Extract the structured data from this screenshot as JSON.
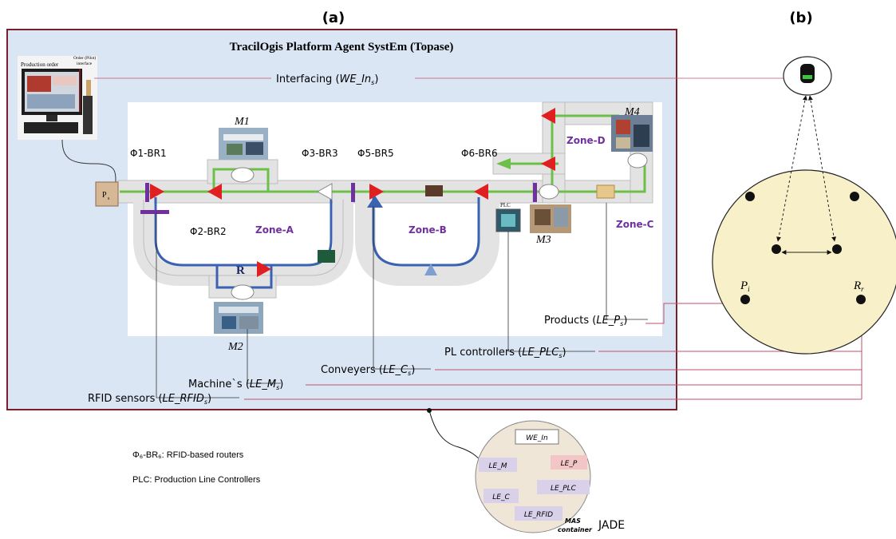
{
  "panel_a": {
    "label": "(a)",
    "title": "TracilOgis Platform Agent SystEm (Topase)",
    "computer": {
      "left_caption": "Production order",
      "right_caption_1": "Order (Pilot)",
      "right_caption_2": "interface"
    },
    "product_tag": "P",
    "product_tag_sub": "s",
    "routers": {
      "r1": {
        "label": "Φ1-BR1"
      },
      "r2": {
        "label": "Φ2-BR2"
      },
      "r3": {
        "label": "Φ3-BR3"
      },
      "r5": {
        "label": "Φ5-BR5"
      },
      "r6": {
        "label": "Φ6-BR6"
      }
    },
    "machines": {
      "m1": "M1",
      "m2": "M2",
      "m3": "M3",
      "m4": "M4",
      "robot": "R",
      "plc_box": "PLC"
    },
    "zones": {
      "a": "Zone-A",
      "b": "Zone-B",
      "c": "Zone-C",
      "d": "Zone-D"
    },
    "labels": {
      "interfacing": {
        "prefix": "Interfacing (",
        "italic": "WE_In",
        "sub": "s",
        "suffix": ")"
      },
      "products": {
        "prefix": "Products (",
        "italic": "LE_P",
        "sub": "s",
        "suffix": ")"
      },
      "plc": {
        "prefix": "PL controllers (",
        "italic": "LE_PLC",
        "sub": "s",
        "suffix": ")"
      },
      "conveyers": {
        "prefix": "Conveyers (",
        "italic": "LE_C",
        "sub": "s",
        "suffix": ")"
      },
      "machines": {
        "prefix": "Machine`s (",
        "italic": "LE_M",
        "sub": "s",
        "suffix": ")"
      },
      "rfid": {
        "prefix": "RFID sensors (",
        "italic": "LE_RFID",
        "sub": "s",
        "suffix": ")"
      }
    }
  },
  "panel_b": {
    "label": "(b)",
    "node_p": "P",
    "node_p_sub": "i",
    "node_r": "R",
    "node_r_sub": "r"
  },
  "legend": {
    "routers": "Φ₆-BR₆: RFID-based routers",
    "plc": "PLC: Production Line Controllers"
  },
  "mas": {
    "items": {
      "we": "WE_In",
      "lem": "LE_M",
      "lep": "LE_P",
      "leplc": "LE_PLC",
      "lec": "LE_C",
      "lerfid": "LE_RFID"
    },
    "container_1": "MAS",
    "container_2": "container",
    "jade": "JADE"
  },
  "colors": {
    "frame": "#7a1f2b",
    "panel_bg": "#dbe6f4",
    "track_green": "#6cc04a",
    "track_blue": "#3a62b0",
    "arrow_red": "#e02020",
    "zone_text": "#7030a0",
    "connector": "#c0506a",
    "circle_fill": "#f8f0c8",
    "mas_fill": "#efe6d8",
    "mas_item": "#d9d0ea",
    "mas_item_pink": "#f2c6c6"
  }
}
